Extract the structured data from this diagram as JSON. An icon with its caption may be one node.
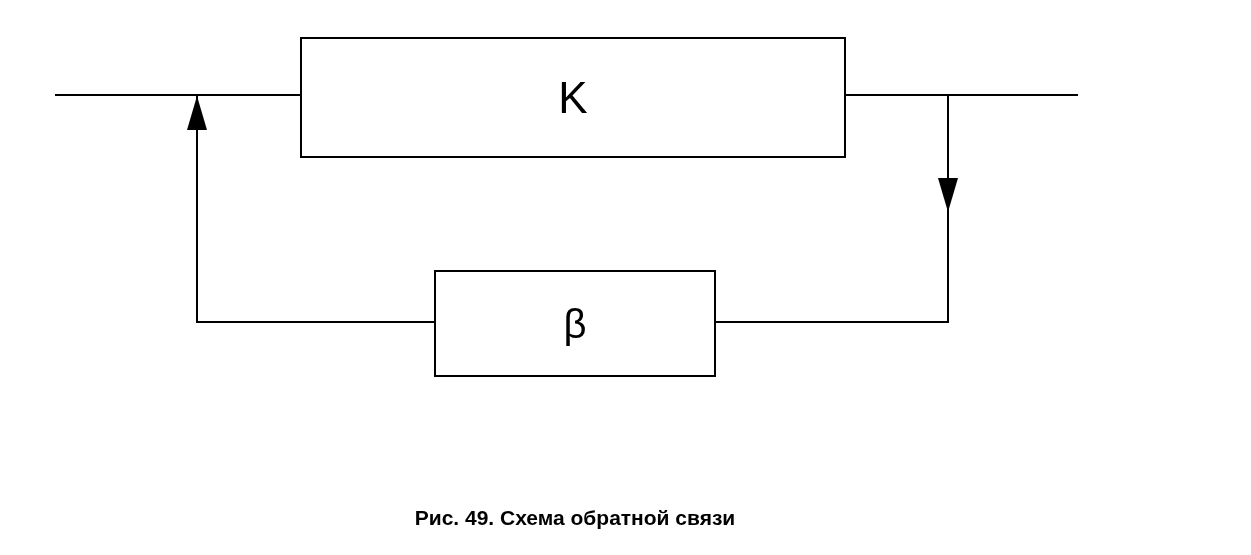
{
  "diagram": {
    "caption": "Рис. 49. Схема обратной связи",
    "nodes": [
      {
        "text": [
          "K"
        ]
      },
      {
        "text": [
          "β"
        ]
      }
    ],
    "edges": [
      {
        "from": null,
        "to": 0,
        "arrow": "none"
      },
      {
        "from": 0,
        "to": null,
        "arrow": "none"
      },
      {
        "from": 0,
        "to": 1,
        "arrow": "to"
      },
      {
        "from": 1,
        "to": null,
        "arrow": "to"
      }
    ]
  }
}
